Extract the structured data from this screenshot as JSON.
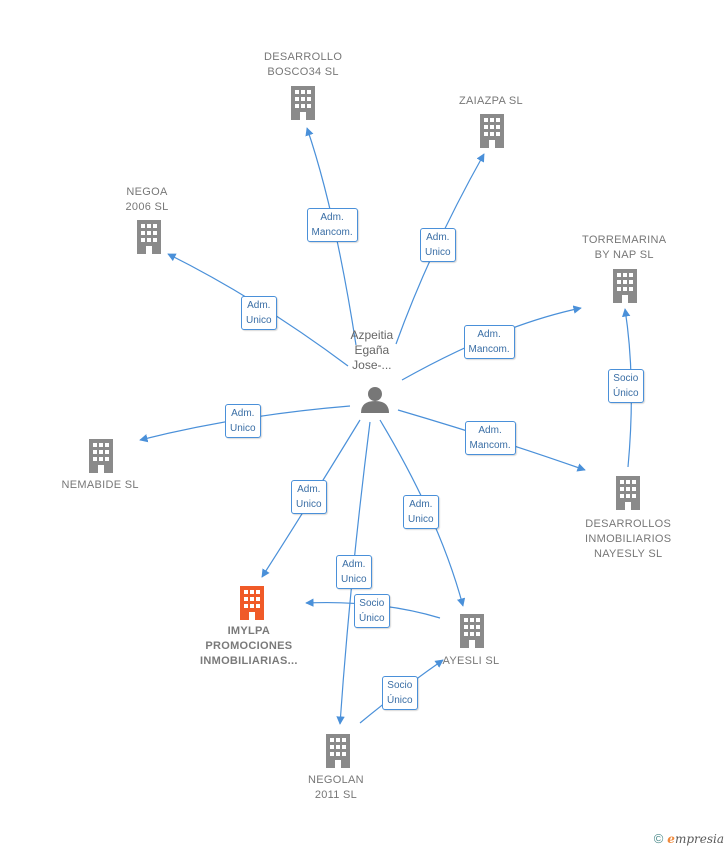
{
  "colors": {
    "edge": "#4a90d9",
    "building": "#8a8a8a",
    "highlight": "#f05a28",
    "person": "#777777"
  },
  "person": {
    "label": "Azpeitia\nEgaña\nJose-...",
    "icon": "person-icon"
  },
  "nodes": [
    {
      "id": "bosco",
      "label": "DESARROLLO\nBOSCO34  SL",
      "icon": "building-icon"
    },
    {
      "id": "zaiazpa",
      "label": "ZAIAZPA SL",
      "icon": "building-icon"
    },
    {
      "id": "negoa",
      "label": "NEGOA\n2006 SL",
      "icon": "building-icon"
    },
    {
      "id": "torremarina",
      "label": "TORREMARINA\nBY NAP  SL",
      "icon": "building-icon"
    },
    {
      "id": "nemabide",
      "label": "NEMABIDE SL",
      "icon": "building-icon"
    },
    {
      "id": "nayesly",
      "label": "DESARROLLOS\nINMOBILIARIOS\nNAYESLY  SL",
      "icon": "building-icon"
    },
    {
      "id": "imylpa",
      "label": "IMYLPA\nPROMOCIONES\nINMOBILIARIAS...",
      "icon": "building-icon",
      "highlight": true
    },
    {
      "id": "ayesli",
      "label": "AYESLI  SL",
      "icon": "building-icon"
    },
    {
      "id": "negolan",
      "label": "NEGOLAN\n2011 SL",
      "icon": "building-icon"
    }
  ],
  "edges": [
    {
      "from": "person",
      "to": "bosco",
      "label": "Adm.\nMancom."
    },
    {
      "from": "person",
      "to": "zaiazpa",
      "label": "Adm.\nUnico"
    },
    {
      "from": "person",
      "to": "negoa",
      "label": "Adm.\nUnico"
    },
    {
      "from": "person",
      "to": "torremarina",
      "label": "Adm.\nMancom."
    },
    {
      "from": "person",
      "to": "nemabide",
      "label": "Adm.\nUnico"
    },
    {
      "from": "person",
      "to": "nayesly",
      "label": "Adm.\nMancom."
    },
    {
      "from": "person",
      "to": "imylpa",
      "label": "Adm.\nUnico"
    },
    {
      "from": "person",
      "to": "ayesli",
      "label": "Adm.\nUnico"
    },
    {
      "from": "person",
      "to": "negolan",
      "label": "Adm.\nUnico"
    },
    {
      "from": "nayesly",
      "to": "torremarina",
      "label": "Socio\nÚnico"
    },
    {
      "from": "ayesli",
      "to": "imylpa",
      "label": "Socio\nÚnico"
    },
    {
      "from": "negolan",
      "to": "ayesli",
      "label": "Socio\nÚnico"
    }
  ],
  "footer": {
    "copyright": "©",
    "brand_initial": "e",
    "brand_rest": "mpresia"
  }
}
